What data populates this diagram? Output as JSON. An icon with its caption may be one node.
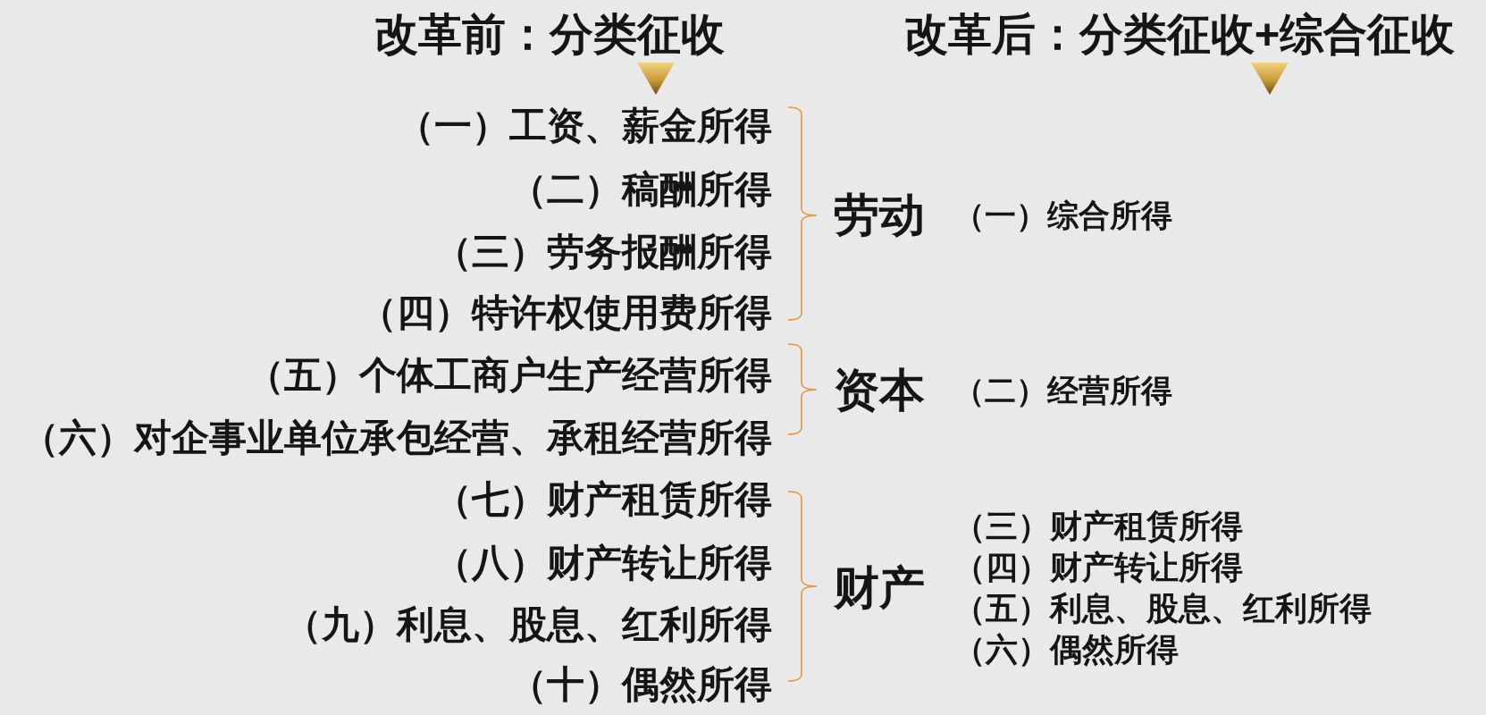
{
  "diagram": {
    "labels": [
      "改革前：分类征收",
      "改革后：分类征收+综合征收",
      "（一）工资、薪金所得",
      "（二）稿酬所得",
      "（三）劳务报酬所得",
      "（四）特许权使用费所得",
      "（五）个体工商户生产经营所得",
      "（六）对企事业单位承包经营、承租经营所得",
      "（七）财产租赁所得",
      "（八）财产转让所得",
      "（九）利息、股息、红利所得",
      "（十）偶然所得",
      "劳动",
      "（一）综合所得",
      "资本",
      "（二）经营所得",
      "财产",
      "（三）财产租赁所得",
      "（四）财产转让所得",
      "（五）利息、股息、红利所得",
      "（六）偶然所得"
    ]
  }
}
